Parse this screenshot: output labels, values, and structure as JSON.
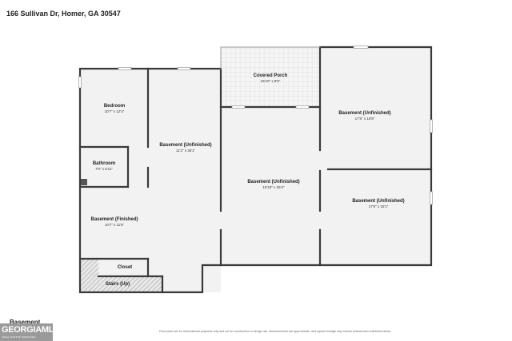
{
  "address": "166 Sullivan Dr, Homer, GA 30547",
  "floor_label": "Basement",
  "logo": {
    "main": "GEORGIAMLS",
    "sub": "REAL ESTATE SERVICES"
  },
  "disclaimer": "Floor plans are for informational purposes only and not for construction or design use. Measurements are approximate, and square footage may include finished and unfinished areas.",
  "colors": {
    "wall": "#3a3a3a",
    "floor": "#f2f2f2",
    "window": "#cfcfcf",
    "porch": "#f5f5f5"
  },
  "rooms": [
    {
      "id": "covered-porch",
      "name": "Covered Porch",
      "dims": "15'10\" x 9'5\""
    },
    {
      "id": "bedroom",
      "name": "Bedroom",
      "dims": "10'7\" x 12'4\""
    },
    {
      "id": "basement-unfinished-1",
      "name": "Basement (Unfinished)",
      "dims": "11'3\" x 36'1\""
    },
    {
      "id": "basement-unfinished-2",
      "name": "Basement (Unfinished)",
      "dims": "17'8\" x 19'8\""
    },
    {
      "id": "bathroom",
      "name": "Bathroom",
      "dims": "7'0\" x 5'11\""
    },
    {
      "id": "basement-unfinished-3",
      "name": "Basement (Unfinished)",
      "dims": "15'10\" x 25'4\""
    },
    {
      "id": "basement-unfinished-4",
      "name": "Basement (Unfinished)",
      "dims": "17'8\" x 15'1\""
    },
    {
      "id": "basement-finished",
      "name": "Basement (Finished)",
      "dims": "10'7\" x 11'5\""
    },
    {
      "id": "closet",
      "name": "Closet"
    },
    {
      "id": "stairs",
      "name": "Stairs (Up)"
    }
  ]
}
